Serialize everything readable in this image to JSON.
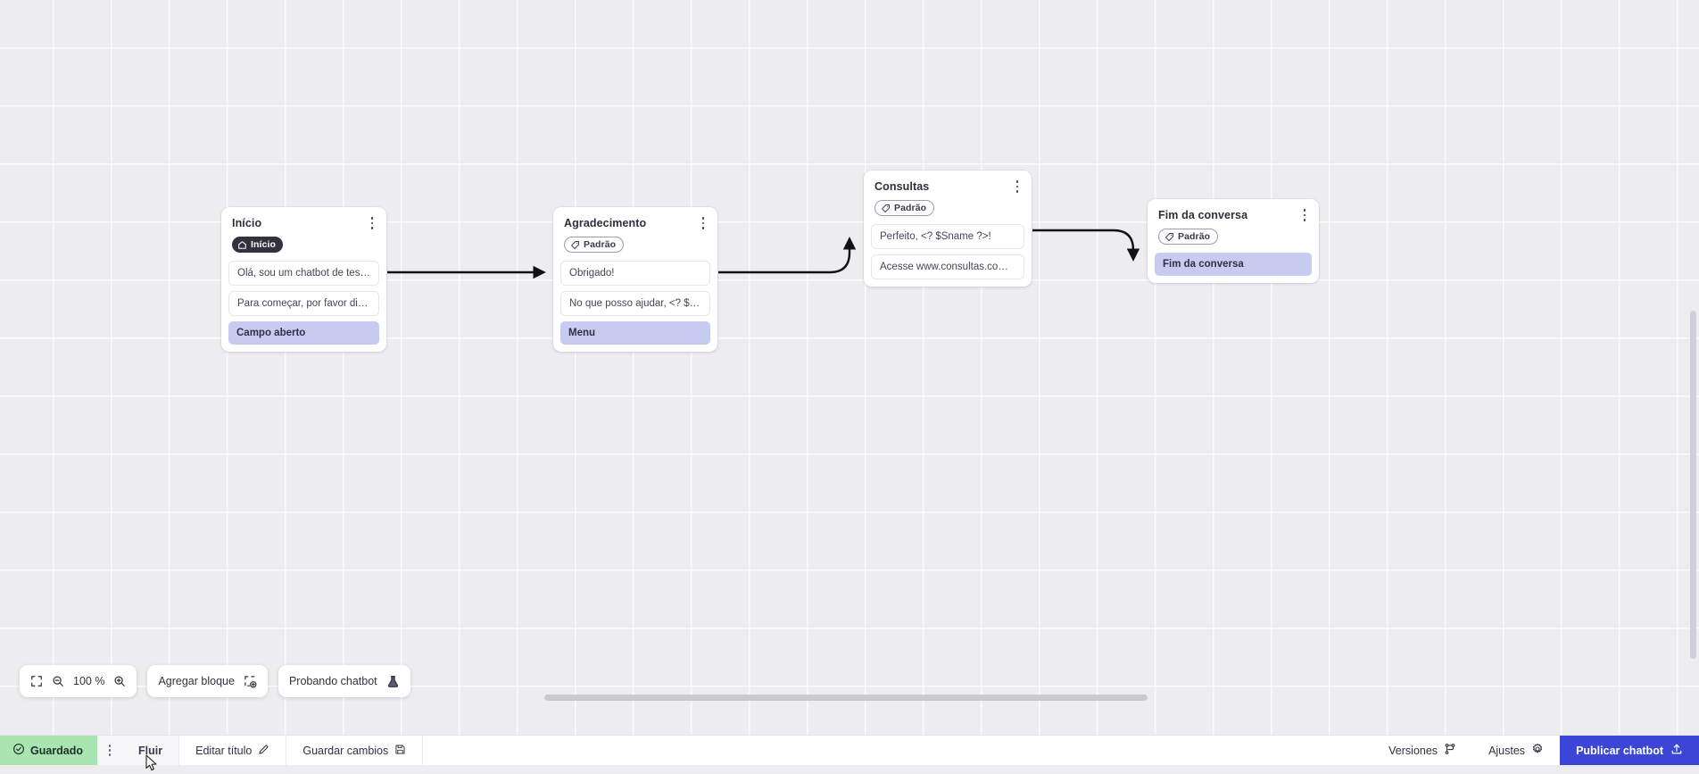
{
  "canvas": {
    "zoom_level": "100 %",
    "grid": true
  },
  "nodes": [
    {
      "id": "inicio",
      "title": "Início",
      "badge": {
        "label": "Início",
        "icon": "home-icon",
        "style": "dark"
      },
      "messages": [
        "Olá, sou um chatbot de teste!",
        "Para começar, por favor digite o ..."
      ],
      "chip": "Campo aberto"
    },
    {
      "id": "agradecimento",
      "title": "Agradecimento",
      "badge": {
        "label": "Padrão",
        "icon": "tag-icon",
        "style": "outline"
      },
      "messages": [
        "Obrigado!",
        "No que posso ajudar, <? $Sname ..."
      ],
      "chip": "Menu"
    },
    {
      "id": "consultas",
      "title": "Consultas",
      "badge": {
        "label": "Padrão",
        "icon": "tag-icon",
        "style": "outline"
      },
      "messages": [
        "Perfeito, <? $Sname ?>!",
        "Acesse www.consultas.com par..."
      ],
      "chip": null
    },
    {
      "id": "fim",
      "title": "Fim da conversa",
      "badge": {
        "label": "Padrão",
        "icon": "tag-icon",
        "style": "outline"
      },
      "messages": [],
      "chip": "Fim da conversa"
    }
  ],
  "toolbar": {
    "fit_icon": "fit-screen-icon",
    "zoom_out_icon": "zoom-out-icon",
    "zoom_in_icon": "zoom-in-icon",
    "zoom_value": "100 %",
    "add_block_label": "Agregar bloque",
    "add_block_icon": "add-block-icon",
    "test_chatbot_label": "Probando chatbot",
    "test_chatbot_icon": "flask-icon"
  },
  "statusbar": {
    "saved_label": "Guardado",
    "saved_icon": "check-circle-icon",
    "saved_color": "#a9e5b0",
    "menu_icon": "kebab-menu-icon",
    "flow_tab_label": "Fluir",
    "edit_title_label": "Editar título",
    "edit_title_icon": "pencil-icon",
    "save_changes_label": "Guardar cambios",
    "save_changes_icon": "floppy-disk-icon",
    "versions_label": "Versiones",
    "versions_icon": "branch-icon",
    "settings_label": "Ajustes",
    "settings_icon": "gear-icon",
    "publish_label": "Publicar chatbot",
    "publish_icon": "upload-icon",
    "publish_color": "#3b45d6"
  },
  "colors": {
    "canvas_bg": "#ededef",
    "node_bg": "#ffffff",
    "chip_bg": "#c8cbf0",
    "badge_dark_bg": "#32323f",
    "edge_stroke": "#111118"
  },
  "edges": [
    {
      "from": "inicio",
      "to": "agradecimento"
    },
    {
      "from": "agradecimento",
      "to": "consultas"
    },
    {
      "from": "consultas",
      "to": "fim"
    }
  ]
}
